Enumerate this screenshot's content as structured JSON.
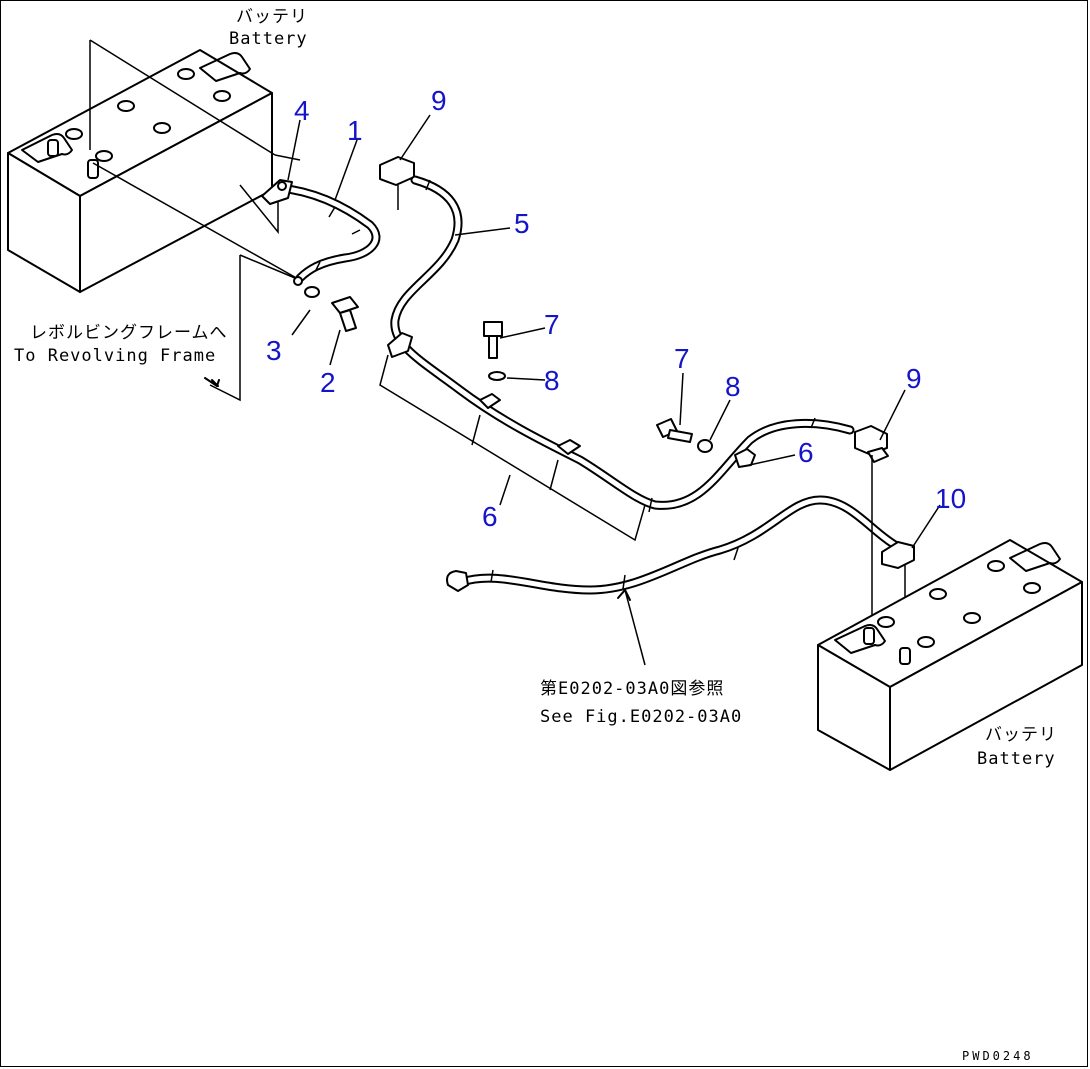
{
  "labels": {
    "battery_top_jp": "バッテリ",
    "battery_top_en": "Battery",
    "battery_bottom_jp": "バッテリ",
    "battery_bottom_en": "Battery",
    "frame_jp": "レボルビングフレームへ",
    "frame_en": "To Revolving Frame",
    "see_fig_jp": "第E0202-03A0図参照",
    "see_fig_en": "See Fig.E0202-03A0",
    "drawing_code": "PWD0248"
  },
  "callouts": [
    {
      "id": "c1",
      "text": "1"
    },
    {
      "id": "c2",
      "text": "2"
    },
    {
      "id": "c3",
      "text": "3"
    },
    {
      "id": "c4",
      "text": "4"
    },
    {
      "id": "c5",
      "text": "5"
    },
    {
      "id": "c6a",
      "text": "6"
    },
    {
      "id": "c6b",
      "text": "6"
    },
    {
      "id": "c7a",
      "text": "7"
    },
    {
      "id": "c7b",
      "text": "7"
    },
    {
      "id": "c8a",
      "text": "8"
    },
    {
      "id": "c8b",
      "text": "8"
    },
    {
      "id": "c9a",
      "text": "9"
    },
    {
      "id": "c9b",
      "text": "9"
    },
    {
      "id": "c10",
      "text": "10"
    }
  ],
  "colors": {
    "callout": "#1414c8",
    "line": "#000000",
    "background": "#ffffff"
  }
}
